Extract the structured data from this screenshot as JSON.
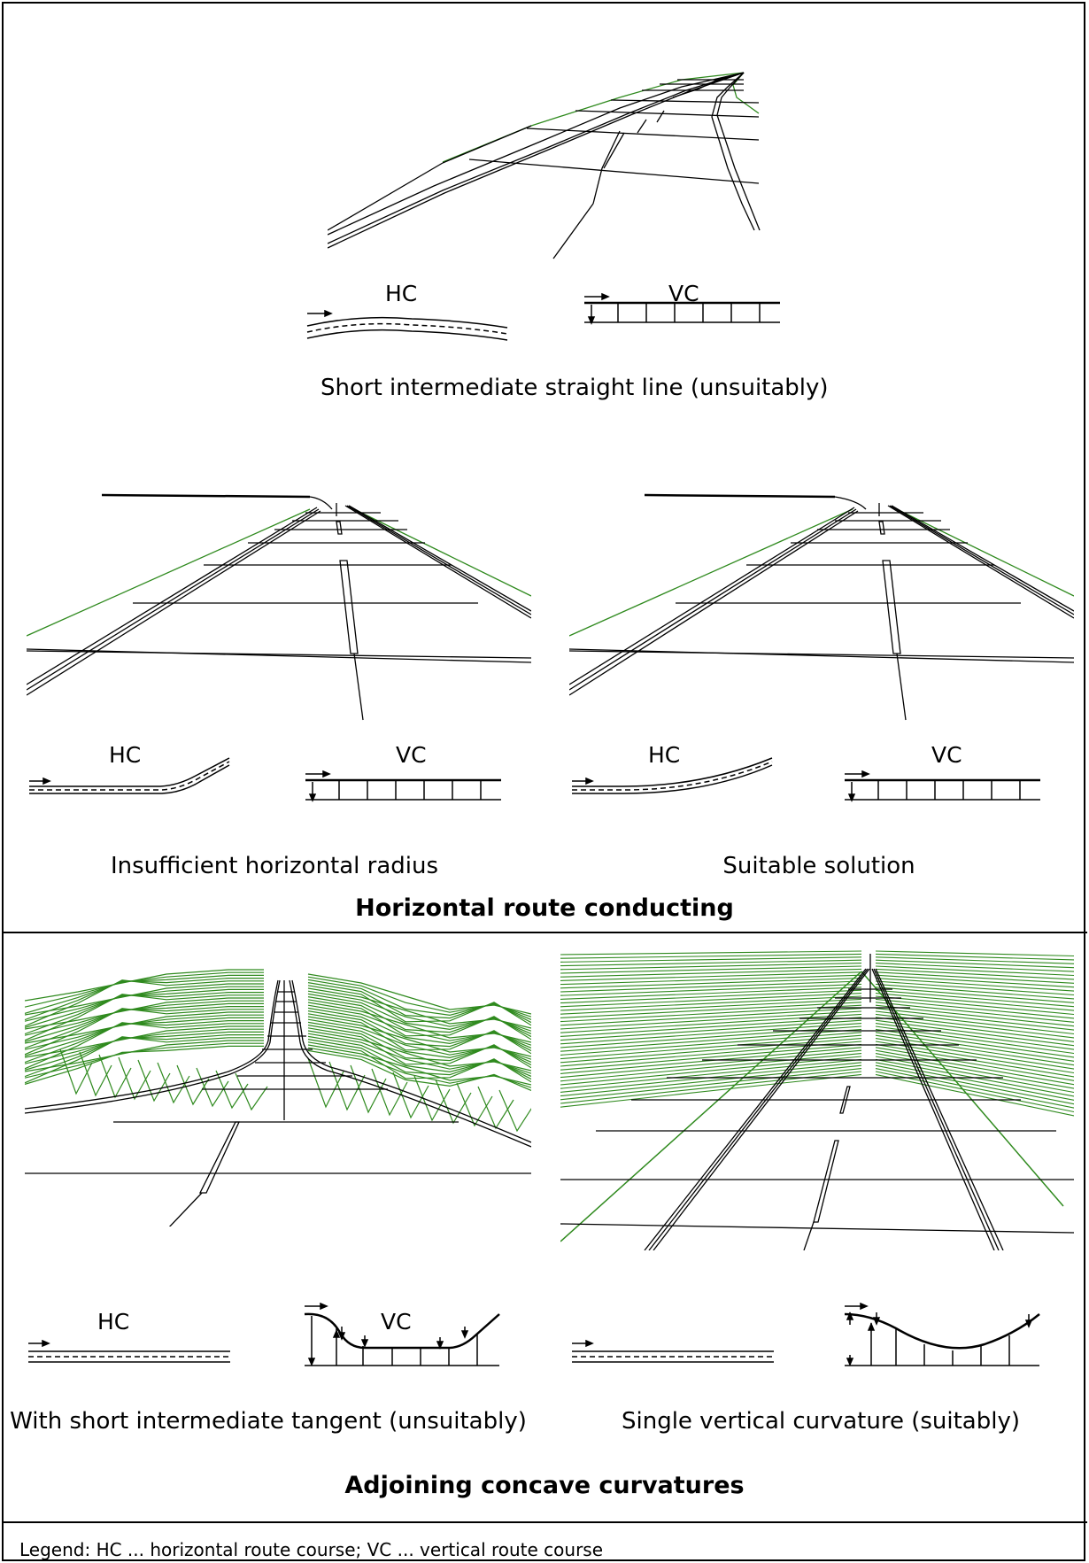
{
  "section1": {
    "diagram1": {
      "hc_label": "HC",
      "vc_label": "VC",
      "caption": "Short intermediate straight line (unsuitably)"
    },
    "diagram2": {
      "hc_label": "HC",
      "vc_label": "VC",
      "caption": "Insufficient horizontal radius"
    },
    "diagram3": {
      "hc_label": "HC",
      "vc_label": "VC",
      "caption": "Suitable solution"
    },
    "title": "Horizontal route conducting"
  },
  "section2": {
    "diagram1": {
      "hc_label": "HC",
      "vc_label": "VC",
      "caption": "With short intermediate tangent (unsuitably)"
    },
    "diagram2": {
      "caption": "Single vertical curvature (suitably)"
    },
    "title": "Adjoining concave curvatures"
  },
  "legend": "Legend: HC ... horizontal route course; VC ... vertical route course",
  "colors": {
    "terrain": "#2f8a1e",
    "road": "#000000"
  }
}
